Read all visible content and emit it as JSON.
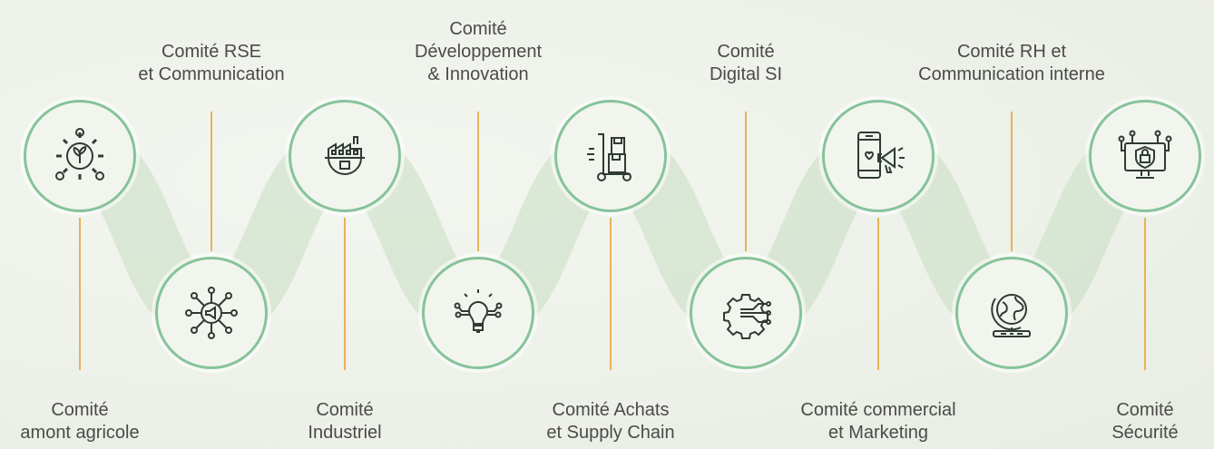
{
  "committees": [
    {
      "lines": [
        "Comité",
        "amont agricole"
      ],
      "icon": "plant-gear-people-icon"
    },
    {
      "lines": [
        "Comité RSE",
        "et Communication"
      ],
      "icon": "network-megaphone-icon"
    },
    {
      "lines": [
        "Comité",
        "Industriel"
      ],
      "icon": "factory-gear-icon"
    },
    {
      "lines": [
        "Comité",
        "Développement",
        "& Innovation"
      ],
      "icon": "lightbulb-circuit-icon"
    },
    {
      "lines": [
        "Comité Achats",
        "et Supply Chain"
      ],
      "icon": "hand-truck-boxes-icon"
    },
    {
      "lines": [
        "Comité",
        "Digital SI"
      ],
      "icon": "digital-gear-circuit-icon"
    },
    {
      "lines": [
        "Comité commercial",
        "et Marketing"
      ],
      "icon": "phone-megaphone-icon"
    },
    {
      "lines": [
        "Comité RH et",
        "Communication interne"
      ],
      "icon": "globe-network-icon"
    },
    {
      "lines": [
        "Comité",
        "Sécurité"
      ],
      "icon": "monitor-shield-lock-icon"
    }
  ],
  "colors": {
    "node_border": "#86c39a",
    "stem": "#e8b25a",
    "ribbon": "#c9dcc3",
    "icon": "#2f3b33",
    "text": "#4a4a4a"
  }
}
